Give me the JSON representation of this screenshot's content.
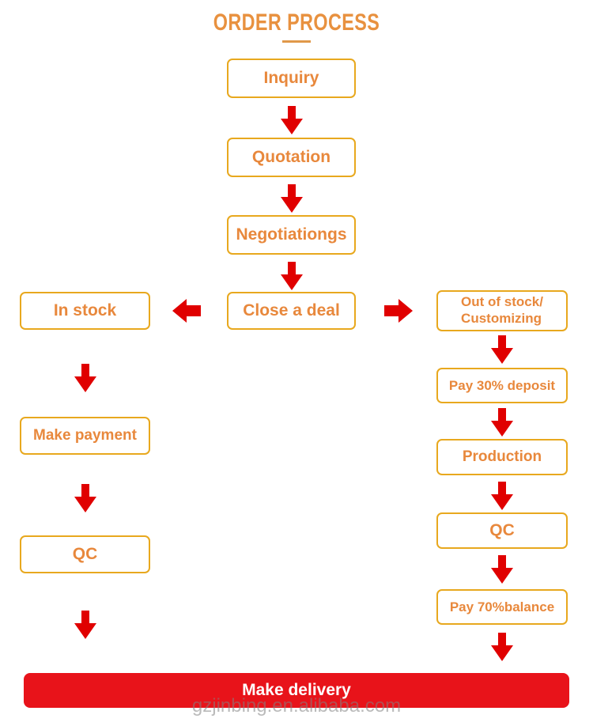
{
  "header": {
    "title": "ORDER PROCESS"
  },
  "colors": {
    "box_border": "#E8A81E",
    "box_text": "#E8883C",
    "title_text": "#E8913F",
    "arrow_red": "#E00000",
    "final_bar_bg": "#E8131A",
    "final_bar_text": "#FFFFFF",
    "background": "#FFFFFF"
  },
  "flow": {
    "main_column": [
      {
        "label": "Inquiry"
      },
      {
        "label": "Quotation"
      },
      {
        "label": "Negotiationgs"
      },
      {
        "label": "Close a deal"
      }
    ],
    "left_branch": [
      {
        "label": "In stock"
      },
      {
        "label": "Make payment"
      },
      {
        "label": "QC"
      }
    ],
    "right_branch": [
      {
        "label_line1": "Out of stock/",
        "label_line2": "Customizing"
      },
      {
        "label": "Pay 30% deposit"
      },
      {
        "label": "Production"
      },
      {
        "label": "QC"
      },
      {
        "label": "Pay 70%balance"
      }
    ],
    "final": {
      "label": "Make delivery"
    }
  },
  "watermark": {
    "text": "gzjinbing.en.alibaba.com"
  },
  "icons": {
    "arrow_down": "arrow-down-icon",
    "arrow_left": "arrow-left-icon",
    "arrow_right": "arrow-right-icon"
  }
}
